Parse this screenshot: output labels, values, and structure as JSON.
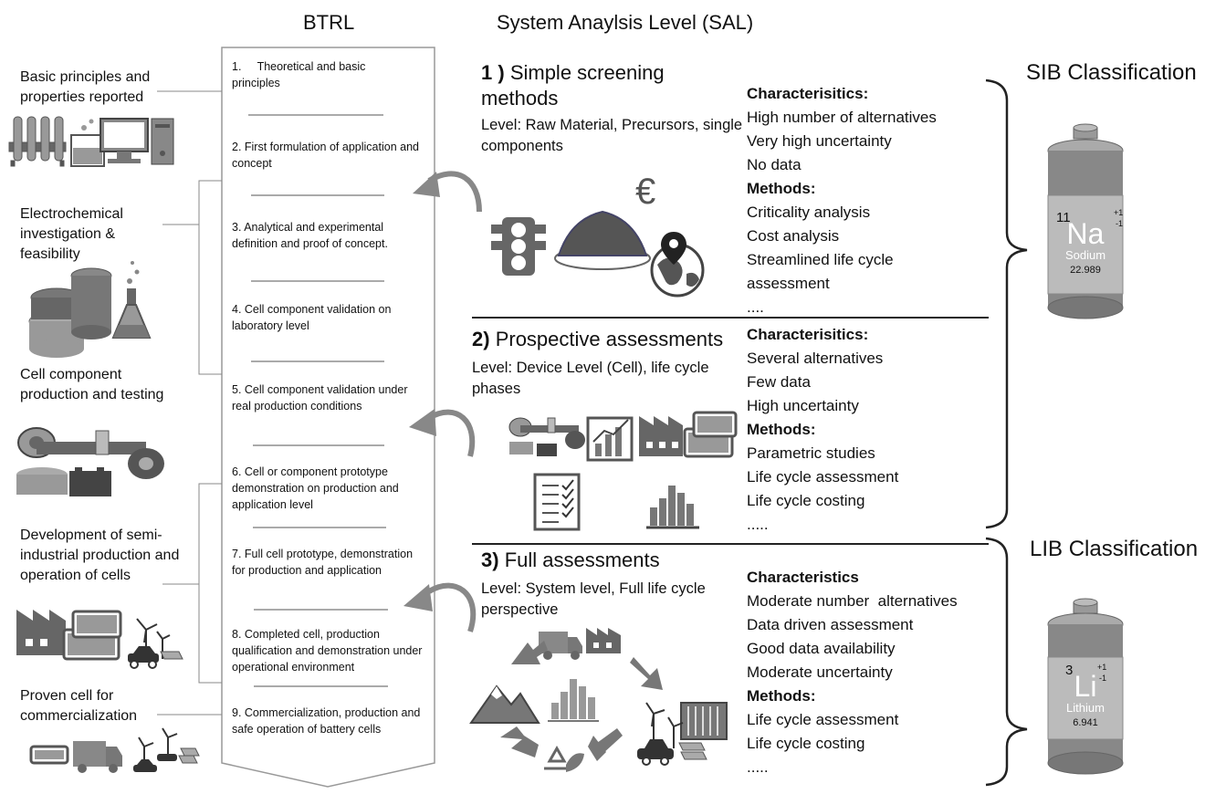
{
  "headers": {
    "btrl": "BTRL",
    "sal": "System Anaylsis Level (SAL)",
    "sib": "SIB Classification",
    "lib": "LIB Classification"
  },
  "left_labels": [
    "Basic principles and properties reported",
    "Electrochemical investigation & feasibility",
    "Cell component production and testing",
    "Development of semi-industrial production and operation of cells",
    "Proven cell for commercialization"
  ],
  "btrl_steps": [
    "1.     Theoretical and basic principles",
    "2. First formulation of application and concept",
    "3. Analytical and experimental definition and proof of concept.",
    "4. Cell component validation on laboratory level",
    "5. Cell component validation under real production conditions",
    "6. Cell or component prototype demonstration on production and application level",
    "7. Full cell prototype, demonstration for production and application",
    "8. Completed cell, production qualification and demonstration under operational environment",
    "9. Commercialization, production and safe operation of battery cells"
  ],
  "sal": [
    {
      "num": "1 )",
      "title": "Simple screening methods",
      "level": "Level: Raw Material, Precursors, single components",
      "char_heading": "Characterisitics:",
      "chars": [
        "High number of alternatives",
        "Very high uncertainty",
        "No data"
      ],
      "methods_heading": "Methods:",
      "methods": [
        "Criticality analysis",
        "Cost analysis",
        "Streamlined life cycle assessment",
        "...."
      ]
    },
    {
      "num": "2)",
      "title": "Prospective assessments",
      "level": "Level: Device Level (Cell), life cycle phases",
      "char_heading": "Characterisitics:",
      "chars": [
        "Several alternatives",
        "Few data",
        "High uncertainty"
      ],
      "methods_heading": "Methods:",
      "methods": [
        "Parametric studies",
        "Life cycle assessment",
        "Life cycle costing",
        "....."
      ]
    },
    {
      "num": "3)",
      "title": "Full assessments",
      "level": "Level: System level, Full life cycle perspective",
      "char_heading": "Characteristics",
      "chars": [
        "Moderate number  alternatives",
        "Data driven assessment",
        "Good data availability",
        "Moderate uncertainty"
      ],
      "methods_heading": "Methods:",
      "methods": [
        "Life cycle assessment",
        "Life cycle costing",
        "....."
      ]
    }
  ],
  "euro_symbol": "€",
  "elements": {
    "na": {
      "number": "11",
      "symbol": "Na",
      "name": "Sodium",
      "mass": "22.989",
      "ox1": "+1",
      "ox2": "-1"
    },
    "li": {
      "number": "3",
      "symbol": "Li",
      "name": "Lithium",
      "mass": "6.941",
      "ox1": "+1",
      "ox2": "-1"
    }
  },
  "icons": [
    "test-tubes-icon",
    "beaker-icon",
    "computer-icon",
    "cylinders-icon",
    "flask-icon",
    "roll-machine-icon",
    "battery-icon",
    "factory-icon",
    "wind-turbine-icon",
    "car-icon",
    "truck-icon",
    "traffic-light-icon",
    "powder-plate-icon",
    "globe-pin-icon",
    "bar-chart-icon",
    "checklist-icon",
    "mountain-icon",
    "recycle-icon",
    "curved-arrow-icon",
    "bracket-icon"
  ]
}
